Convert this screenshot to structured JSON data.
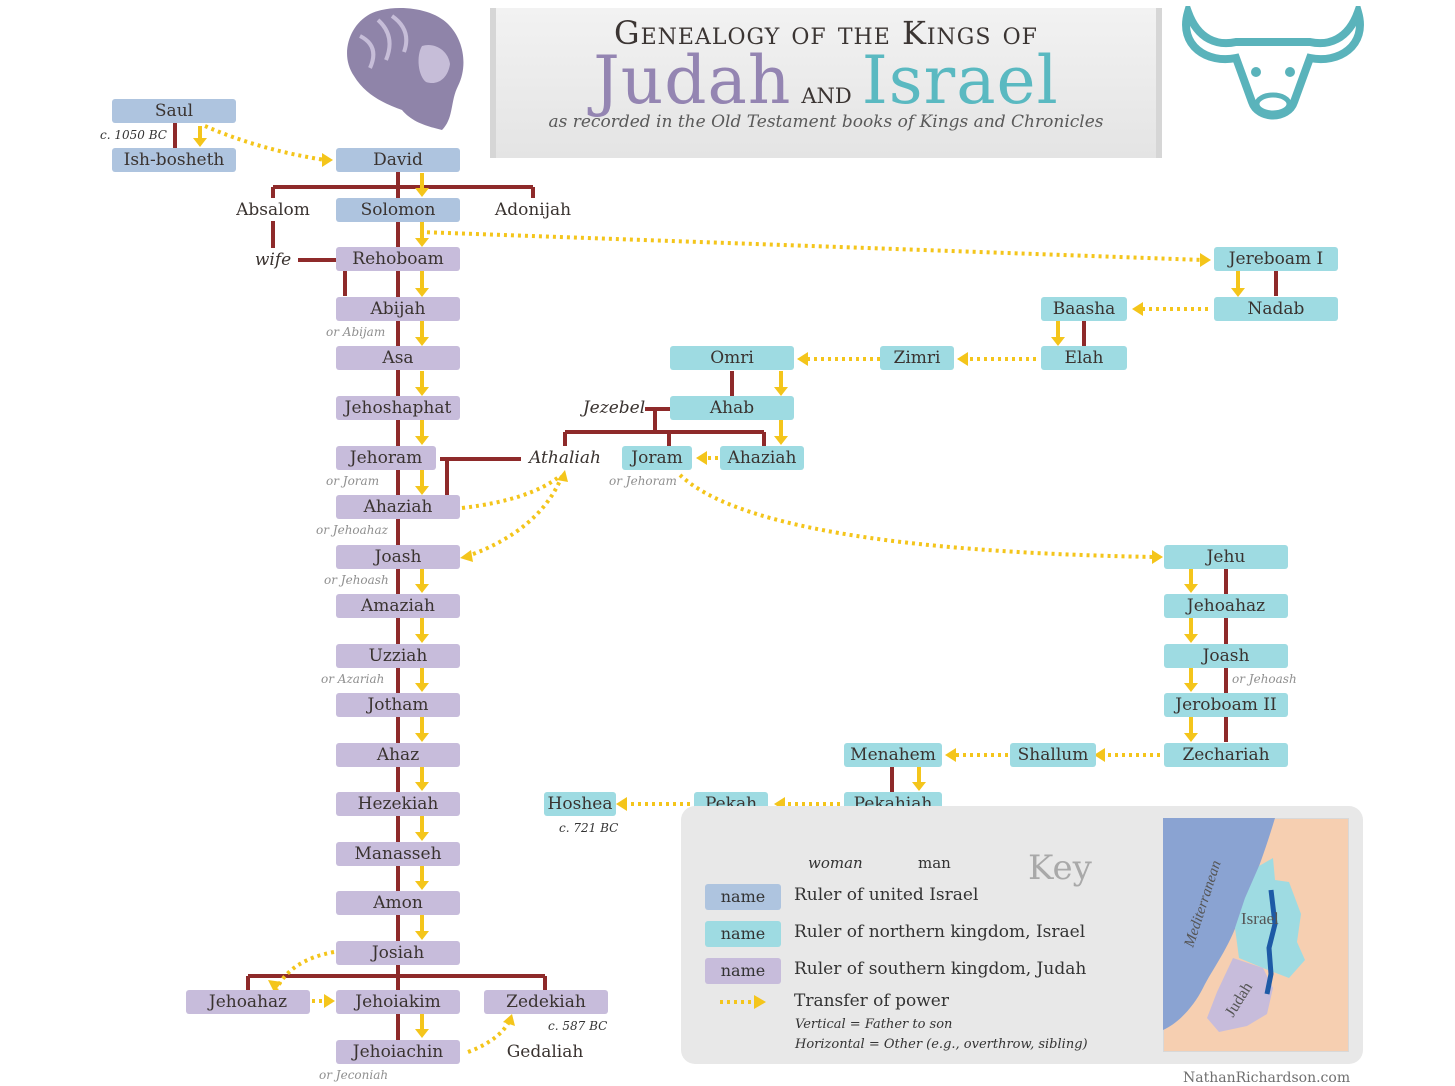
{
  "title": {
    "line1": "Genealogy of the Kings of",
    "judah": "Judah",
    "and": "and",
    "israel": "Israel",
    "subtitle": "as recorded in the Old Testament books of Kings and Chronicles"
  },
  "icons": {
    "lion": "lion-icon",
    "bull": "bull-icon"
  },
  "colors": {
    "united": "#aec4df",
    "north": "#9edbe2",
    "south": "#c7bcdb",
    "lineage": "#8e2a2a",
    "transfer": "#f4c51b"
  },
  "rulers": {
    "saul": "Saul",
    "ishbosheth": "Ish-bosheth",
    "david": "David",
    "solomon": "Solomon",
    "rehoboam": "Rehoboam",
    "abijah": "Abijah",
    "asa": "Asa",
    "jehoshaphat": "Jehoshaphat",
    "jehoram": "Jehoram",
    "ahaziah_j": "Ahaziah",
    "joash_j": "Joash",
    "amaziah": "Amaziah",
    "uzziah": "Uzziah",
    "jotham": "Jotham",
    "ahaz": "Ahaz",
    "hezekiah": "Hezekiah",
    "manasseh": "Manasseh",
    "amon": "Amon",
    "josiah": "Josiah",
    "jehoahaz_j": "Jehoahaz",
    "jehoiakim": "Jehoiakim",
    "zedekiah": "Zedekiah",
    "jehoiachin": "Jehoiachin",
    "jeroboam1": "Jereboam I",
    "nadab": "Nadab",
    "baasha": "Baasha",
    "elah": "Elah",
    "zimri": "Zimri",
    "omri": "Omri",
    "ahab": "Ahab",
    "ahaziah_i": "Ahaziah",
    "joram_i": "Joram",
    "jehu": "Jehu",
    "jehoahaz_i": "Jehoahaz",
    "joash_i": "Joash",
    "jeroboam2": "Jeroboam II",
    "zechariah": "Zechariah",
    "shallum": "Shallum",
    "menahem": "Menahem",
    "pekahiah": "Pekahiah",
    "pekah": "Pekah",
    "hoshea": "Hoshea"
  },
  "others": {
    "absalom": "Absalom",
    "adonijah": "Adonijah",
    "wife": "wife",
    "jezebel": "Jezebel",
    "athaliah": "Athaliah",
    "gedaliah": "Gedaliah"
  },
  "aliases": {
    "abijah": "or Abijam",
    "jehoram": "or Joram",
    "ahaziah": "or Jehoahaz",
    "joash_j": "or Jehoash",
    "uzziah": "or Azariah",
    "joram_i": "or Jehoram",
    "joash_i": "or Jehoash",
    "jehoiachin": "or Jeconiah"
  },
  "dates": {
    "saul": "c. 1050 BC",
    "hoshea": "c. 721 BC",
    "zedekiah": "c. 587 BC"
  },
  "key": {
    "title": "Key",
    "woman": "woman",
    "man": "man",
    "swatch": "name",
    "united": "Ruler of united Israel",
    "north": "Ruler of northern kingdom, Israel",
    "south": "Ruler of southern kingdom, Judah",
    "transfer": "Transfer of power",
    "vertical": "Vertical = Father to son",
    "horizontal": "Horizontal = Other (e.g., overthrow, sibling)"
  },
  "map": {
    "sea": "Mediterranean",
    "israel": "Israel",
    "judah": "Judah"
  },
  "credit": "NathanRichardson.com"
}
